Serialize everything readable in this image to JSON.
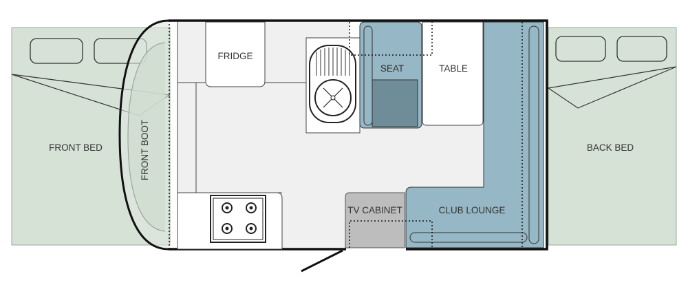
{
  "labels": {
    "fridge": "FRIDGE",
    "seat": "SEAT",
    "table": "TABLE",
    "front_bed": "FRONT BED",
    "front_boot": "FRONT BOOT",
    "back_bed": "BACK BED",
    "tv_cabinet": "TV CABINET",
    "club_lounge": "CLUB LOUNGE"
  },
  "colors": {
    "bed": "#d6e2d6",
    "lounge": "#96b7c5",
    "lounge_dark": "#6f8d98",
    "cabinet": "#bdbdbd",
    "floor": "#f0f0f0",
    "outline": "#111111"
  }
}
